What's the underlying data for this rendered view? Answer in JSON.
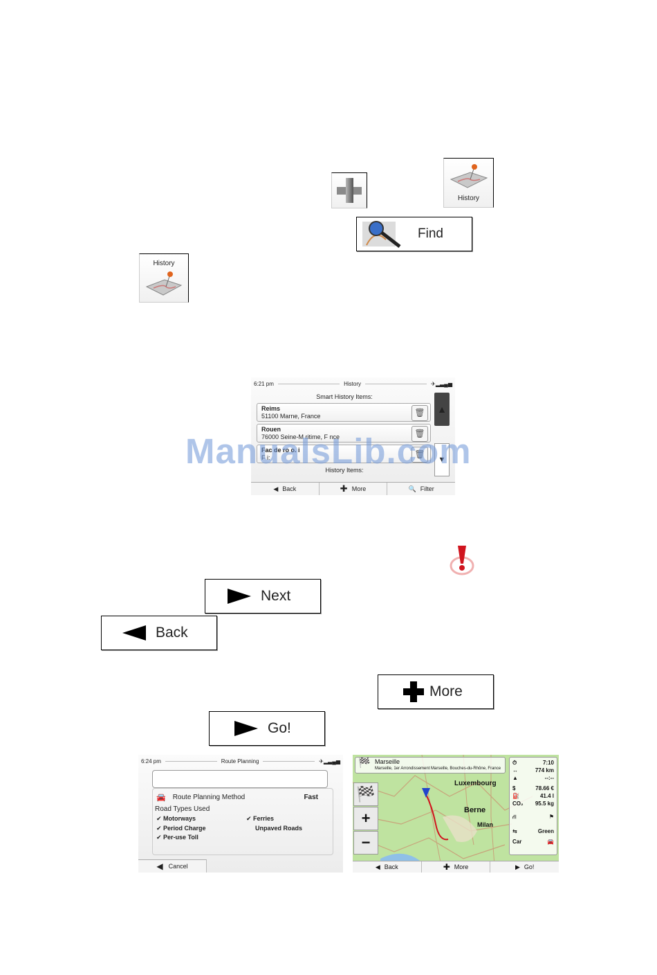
{
  "icons": {
    "history_tile_label": "History",
    "find_label": "Find",
    "history_tile2_label": "History"
  },
  "history_screen": {
    "time": "6:21 pm",
    "title": "History",
    "smart_header": "Smart History Items:",
    "items": [
      {
        "name": "Reims",
        "address": "51100 Marne, France"
      },
      {
        "name": "Rouen",
        "address": "76000 Seine-M  ritime, F  nce"
      },
      {
        "name": "Fac  de  ro  o. i  ",
        "address": "F  i:"
      }
    ],
    "history_header": "History Items:",
    "back": "Back",
    "more": "More",
    "filter": "Filter"
  },
  "watermark": "ManualsLib.com",
  "buttons": {
    "next": "Next",
    "back": "Back",
    "more": "More",
    "go": "Go!"
  },
  "route_screen": {
    "time": "6:24 pm",
    "title": "Route Planning",
    "method_label": "Route Planning Method",
    "method_value": "Fast",
    "road_types": "Road Types Used",
    "left_options": [
      "Motorways",
      "Period Charge",
      "Per-use Toll"
    ],
    "right_options": [
      "Ferries",
      "Unpaved Roads"
    ],
    "cancel": "Cancel"
  },
  "map_screen": {
    "city": "Marseille",
    "address": "Marseille, 1er Arrondissement Marseille, Bouches-du-Rhône, France",
    "cities": [
      "Luxembourg",
      "Berne",
      "Milan"
    ],
    "time": "7:10",
    "distance": "774 km",
    "eta": "--:--",
    "cost": "78.66 €",
    "fuel": "41.4 l",
    "co2": "95.5 kg",
    "profile": "Green",
    "vehicle": "Car",
    "back": "Back",
    "more": "More",
    "go": "Go!"
  },
  "colors": {
    "accent_red": "#d0141e",
    "map_green": "#bfe3a0",
    "watermark_blue": "#6e96d7"
  }
}
